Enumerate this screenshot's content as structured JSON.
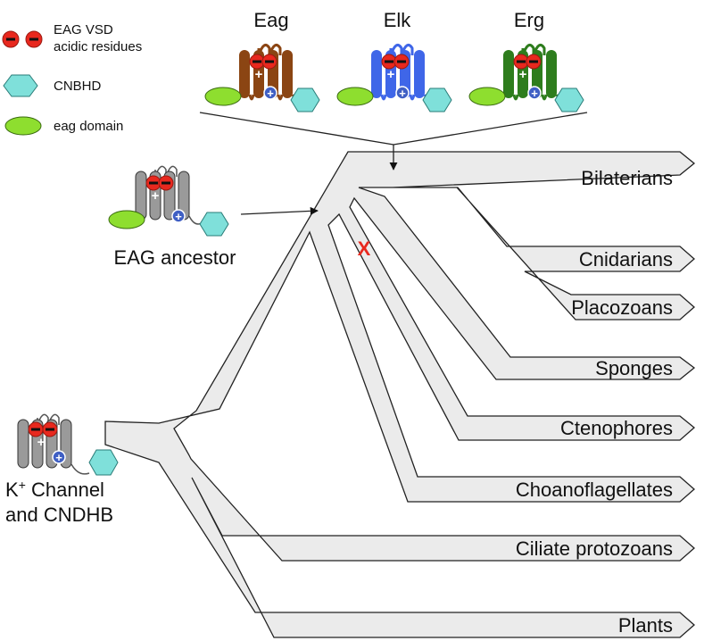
{
  "legend": {
    "vsd_label_line1": "EAG VSD",
    "vsd_label_line2": "acidic residues",
    "cnbhd_label": "CNBHD",
    "eag_domain_label": "eag domain"
  },
  "channels": {
    "eag": "Eag",
    "elk": "Elk",
    "erg": "Erg"
  },
  "ancestor_label": "EAG ancestor",
  "root_label_k": "K",
  "root_label_plus": "+",
  "root_label_rest": " Channel",
  "root_label_line2": "and CNDHB",
  "loss_marker": "X",
  "taxa": {
    "bilaterians": "Bilaterians",
    "cnidarians": "Cnidarians",
    "placozoans": "Placozoans",
    "sponges": "Sponges",
    "ctenophores": "Ctenophores",
    "choanoflagellates": "Choanoflagellates",
    "ciliates": "Ciliate protozoans",
    "plants": "Plants"
  },
  "colors": {
    "eag": "#8b4513",
    "elk": "#3f66e8",
    "erg": "#2e7d1d",
    "ancestor": "#9a9a9a",
    "acidic": "#e8281e",
    "basic": "#3f5fc4",
    "cnbhd": "#7fe0da",
    "eag_domain": "#8ede2f",
    "tree_fill": "#ebebeb",
    "loss_marker": "#e8281e"
  }
}
